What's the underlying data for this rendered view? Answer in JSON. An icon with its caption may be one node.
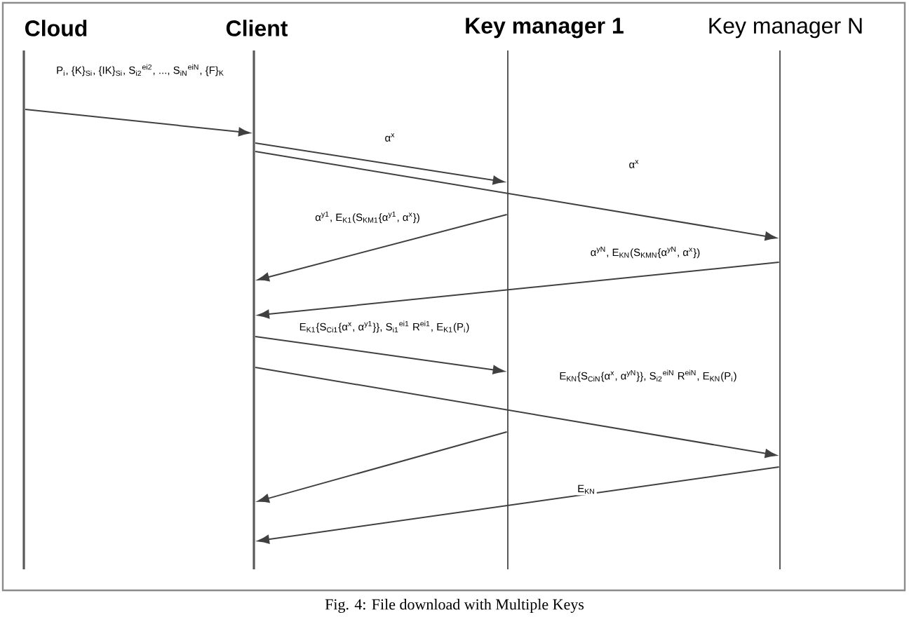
{
  "diagram": {
    "caption": "Fig. 4: File download with Multiple Keys",
    "nodes": [
      {
        "text": [],
        "shape": "line",
        "beside": [
          "Cloud"
        ]
      },
      {
        "text": [],
        "shape": "line",
        "beside": [
          "Client"
        ]
      },
      {
        "text": [],
        "shape": "line",
        "beside": [
          "Key manager 1"
        ]
      },
      {
        "text": [],
        "shape": "line",
        "beside": [
          "Key manager N"
        ]
      }
    ],
    "edges": [
      {
        "from": 0,
        "to": 1,
        "arrow": "to",
        "label": "P$_{i}$, {K}$_{Si}$, {IK}$_{Si}$, S$_{i2}$$^{ei2}$, ..., S$_{iN}$$^{eiN}$, {F}$_{K}$"
      },
      {
        "from": 1,
        "to": 2,
        "arrow": "to",
        "label": "α$^{x}$"
      },
      {
        "from": 1,
        "to": 3,
        "arrow": "to",
        "label": "α$^{x}$"
      },
      {
        "from": 2,
        "to": 1,
        "arrow": "to",
        "label": "α$^{y1}$, E$_{K1}$(S$_{KM1}${α$^{y1}$, α$^{x}$})"
      },
      {
        "from": 3,
        "to": 1,
        "arrow": "to",
        "label": "α$^{yN}$, E$_{KN}$(S$_{KMN}${α$^{yN}$, α$^{x}$})"
      },
      {
        "from": 1,
        "to": 2,
        "arrow": "to",
        "label": "E$_{K1}${S$_{Ci1}${α$^{x}$, α$^{y1}$}}, S$_{i1}$$^{ei1}$ R$^{ei1}$, E$_{K1}$(P$_{i}$)"
      },
      {
        "from": 1,
        "to": 3,
        "arrow": "to",
        "label": "E$_{KN}${S$_{CiN}${α$^{x}$, α$^{yN}$}}, S$_{i2}$$^{eiN}$ R$^{eiN}$, E$_{KN}$(P$_{i}$)"
      },
      {
        "from": 2,
        "to": 1,
        "arrow": "to"
      },
      {
        "from": 3,
        "to": 1,
        "arrow": "to",
        "label": "E$_{KN}$"
      }
    ]
  }
}
